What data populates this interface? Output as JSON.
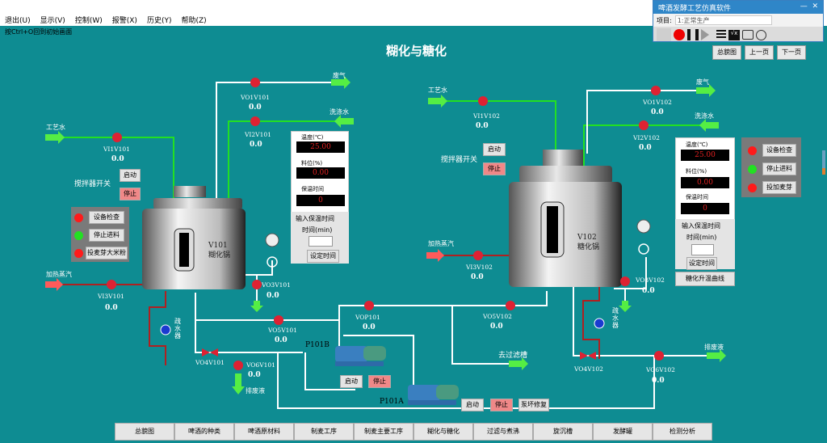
{
  "menu": {
    "items": [
      "退出(U)",
      "显示(V)",
      "控制(W)",
      "报警(X)",
      "历史(Y)",
      "帮助(Z)"
    ],
    "hint": "按Ctrl+O回到初始画面"
  },
  "page_title": "糊化与糖化",
  "control_window": {
    "title": "啤酒发酵工艺仿真软件",
    "project_label": "项目:",
    "project_value": "1:正常生产",
    "minimize": "—",
    "close": "✕"
  },
  "nav": {
    "overview": "总貌图",
    "prev": "上一页",
    "next": "下一页"
  },
  "v101": {
    "name": "V101",
    "desc": "糊化锅",
    "agitator_label": "搅拌器开关",
    "start": "启动",
    "stop": "停止",
    "streams": {
      "process_water": "工艺水",
      "waste_gas": "废气",
      "wash_water": "洗涤水",
      "steam": "加热蒸汽",
      "drain": "排废液"
    },
    "trap": "疏水器",
    "valves": [
      {
        "tag": "VI1V101",
        "value": "0.0"
      },
      {
        "tag": "VO1V101",
        "value": "0.0"
      },
      {
        "tag": "VI2V101",
        "value": "0.0"
      },
      {
        "tag": "VI3V101",
        "value": "0.0"
      },
      {
        "tag": "VO3V101",
        "value": "0.0"
      },
      {
        "tag": "VO5V101",
        "value": "0.0"
      },
      {
        "tag": "VO4V101",
        "value": ""
      },
      {
        "tag": "VO6V101",
        "value": "0.0"
      }
    ],
    "panel": {
      "temp_label": "温度(℃)",
      "temp": "25.00",
      "level_label": "料位(%)",
      "level": "0.00",
      "hold_label": "保温时间",
      "hold": "0",
      "input_title": "输入保温时间",
      "time_label": "时间(min)",
      "time_value": "",
      "set_button": "设定时间"
    },
    "status": [
      {
        "label": "设备检查",
        "color": "#ff1a1a"
      },
      {
        "label": "停止进料",
        "color": "#22e022"
      },
      {
        "label": "投麦芽大米粉",
        "color": "#ff1a1a"
      }
    ]
  },
  "v102": {
    "name": "V102",
    "desc": "糖化锅",
    "agitator_label": "搅拌器开关",
    "start": "启动",
    "stop": "停止",
    "streams": {
      "process_water": "工艺水",
      "waste_gas": "废气",
      "wash_water": "洗涤水",
      "steam": "加热蒸汽",
      "drain": "排废液",
      "filter": "去过滤槽"
    },
    "trap": "疏水器",
    "valves": [
      {
        "tag": "VI1V102",
        "value": "0.0"
      },
      {
        "tag": "VO1V102",
        "value": "0.0"
      },
      {
        "tag": "VI2V102",
        "value": "0.0"
      },
      {
        "tag": "VI3V102",
        "value": "0.0"
      },
      {
        "tag": "VO3V102",
        "value": "0.0"
      },
      {
        "tag": "VO5V102",
        "value": "0.0"
      },
      {
        "tag": "VO4V102",
        "value": ""
      },
      {
        "tag": "VO6V102",
        "value": "0.0"
      }
    ],
    "panel": {
      "temp_label": "温度(℃)",
      "temp": "25.00",
      "level_label": "料位(%)",
      "level": "0.00",
      "hold_label": "保温时间",
      "hold": "0",
      "input_title": "输入保温时间",
      "time_label": "时间(min)",
      "time_value": "",
      "set_button": "设定时间",
      "curve_button": "糖化升温曲线"
    },
    "status": [
      {
        "label": "设备检查",
        "color": "#ff1a1a"
      },
      {
        "label": "停止进料",
        "color": "#22e022"
      },
      {
        "label": "投加麦芽",
        "color": "#ff1a1a"
      }
    ]
  },
  "pumps": {
    "vop101": {
      "tag": "VOP101",
      "value": "0.0"
    },
    "p101b": {
      "name": "P101B",
      "start": "启动",
      "stop": "停止"
    },
    "p101a": {
      "name": "P101A",
      "start": "启动",
      "stop": "停止",
      "repair": "泵坏修复"
    }
  },
  "bottom_tabs": [
    "总貌图",
    "啤酒的种类",
    "啤酒原材料",
    "制麦工序",
    "制麦主要工序",
    "糊化与糖化",
    "过滤与煮沸",
    "旋沉槽",
    "发酵罐",
    "检测分析"
  ]
}
